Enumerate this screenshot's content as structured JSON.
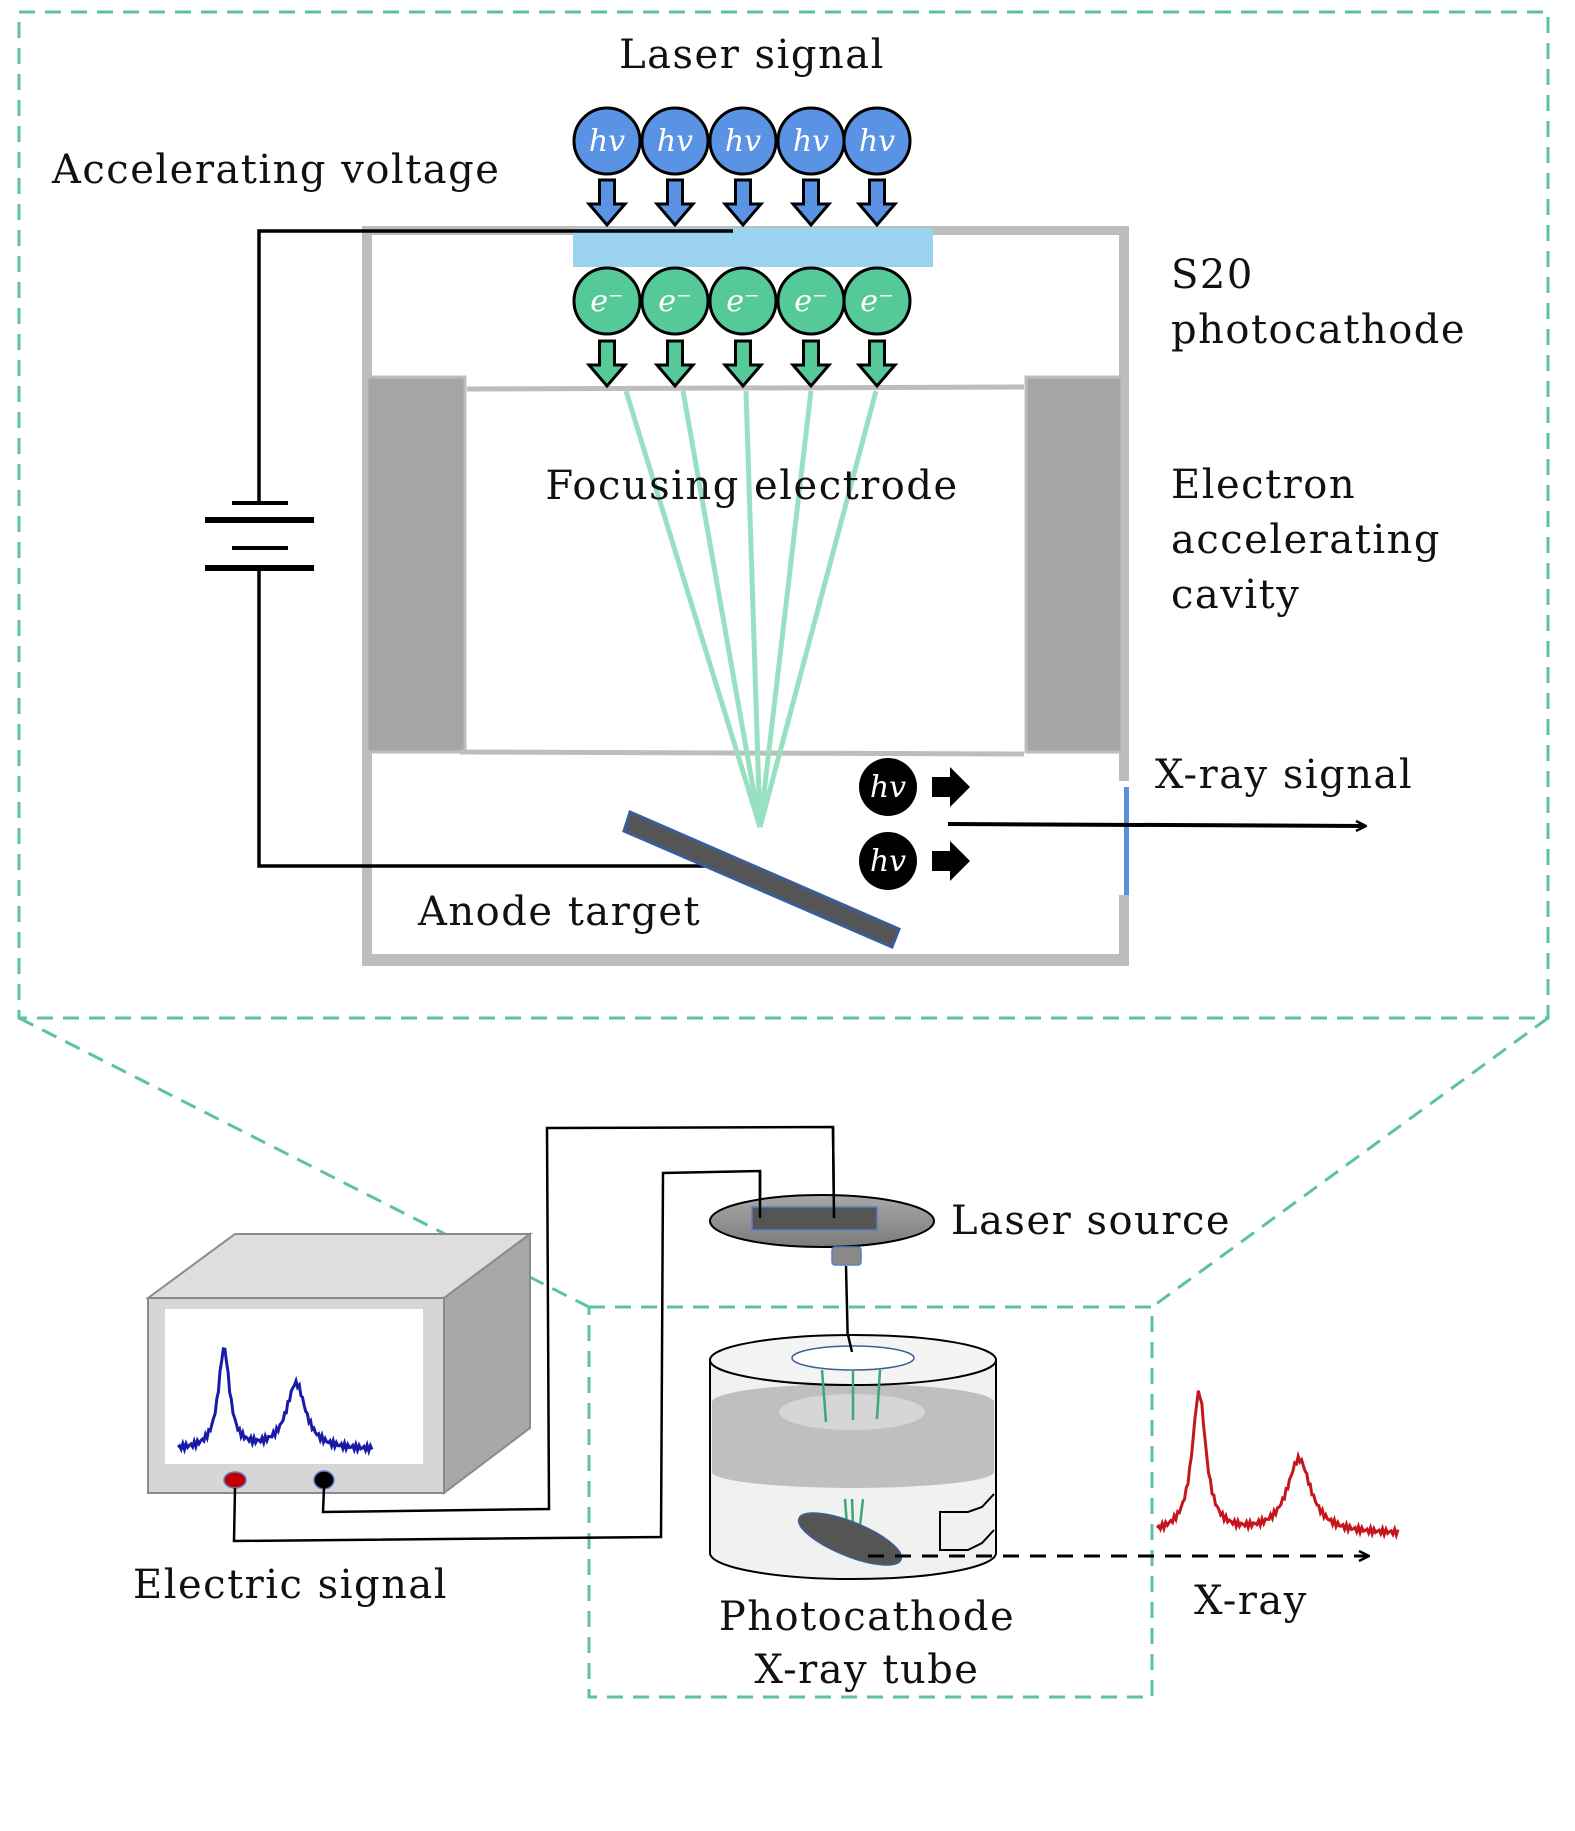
{
  "figure": {
    "title": "Photocathode X-ray tube schematic",
    "colors": {
      "zoom_frame": "#5cc498",
      "photon_fill": "#5b93e4",
      "electron_fill": "#55c997",
      "photocathode_fill": "#9bd3ee",
      "chamber_wall": "#bdbdbd",
      "electrode_fill": "#a5a5a5",
      "beam": "#98e0c2",
      "anode_fill": "#555555",
      "anode_edge": "#3b5e9b",
      "window": "#5b8fe0",
      "xray_photon": "#000000",
      "oscilloscope_trace": "#1a1aa8",
      "xray_spectrum": "#c4161c",
      "knob_red": "#c00000",
      "knob_black": "#000000"
    }
  },
  "detail_view": {
    "labels": {
      "laser_signal": "Laser signal",
      "accelerating_voltage": "Accelerating voltage",
      "photocathode_line1": "S20",
      "photocathode_line2": "photocathode",
      "focusing_electrode": "Focusing electrode",
      "cavity_line1": "Electron",
      "cavity_line2": "accelerating",
      "cavity_line3": "cavity",
      "xray_signal": "X-ray signal",
      "anode_target": "Anode target"
    },
    "photon_symbol": "hv",
    "electron_symbol": "e⁻",
    "photon_count": 5,
    "electron_count": 5,
    "xray_photon_count": 2
  },
  "overview": {
    "labels": {
      "laser_source": "Laser source",
      "electric_signal": "Electric signal",
      "tube_line1": "Photocathode",
      "tube_line2": "X-ray tube",
      "xray": "X-ray"
    }
  }
}
